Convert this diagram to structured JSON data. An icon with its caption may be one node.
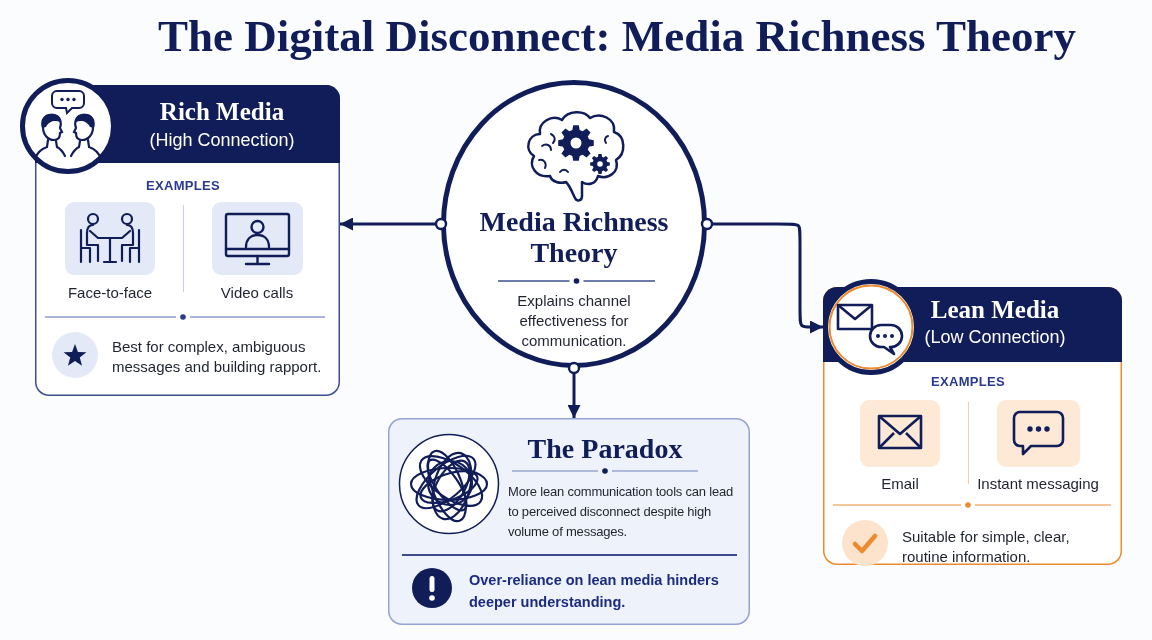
{
  "diagram": {
    "title": "The Digital Disconnect: Media Richness Theory",
    "nodes": [
      {
        "text": [
          "Rich Media",
          "(High Connection)",
          "EXAMPLES",
          "Face-to-face",
          "Video calls",
          "Best for complex, ambiguous messages and building rapport."
        ]
      },
      {
        "text": [
          "Media Richness Theory",
          "Explains channel effectiveness for communication."
        ]
      },
      {
        "text": [
          "Lean Media",
          "(Low Connection)",
          "EXAMPLES",
          "Email",
          "Instant messaging",
          "Suitable for simple, clear, routine information."
        ]
      },
      {
        "text": [
          "The Paradox",
          "More lean communication tools can lead to perceived disconnect despite high volume of messages.",
          "Over-reliance on lean media hinders deeper understanding."
        ]
      }
    ],
    "edges": [
      {
        "from": 1,
        "to": 0,
        "arrow": "to"
      },
      {
        "from": 1,
        "to": 2,
        "arrow": "to"
      },
      {
        "from": 1,
        "to": 3,
        "arrow": "to"
      }
    ]
  }
}
